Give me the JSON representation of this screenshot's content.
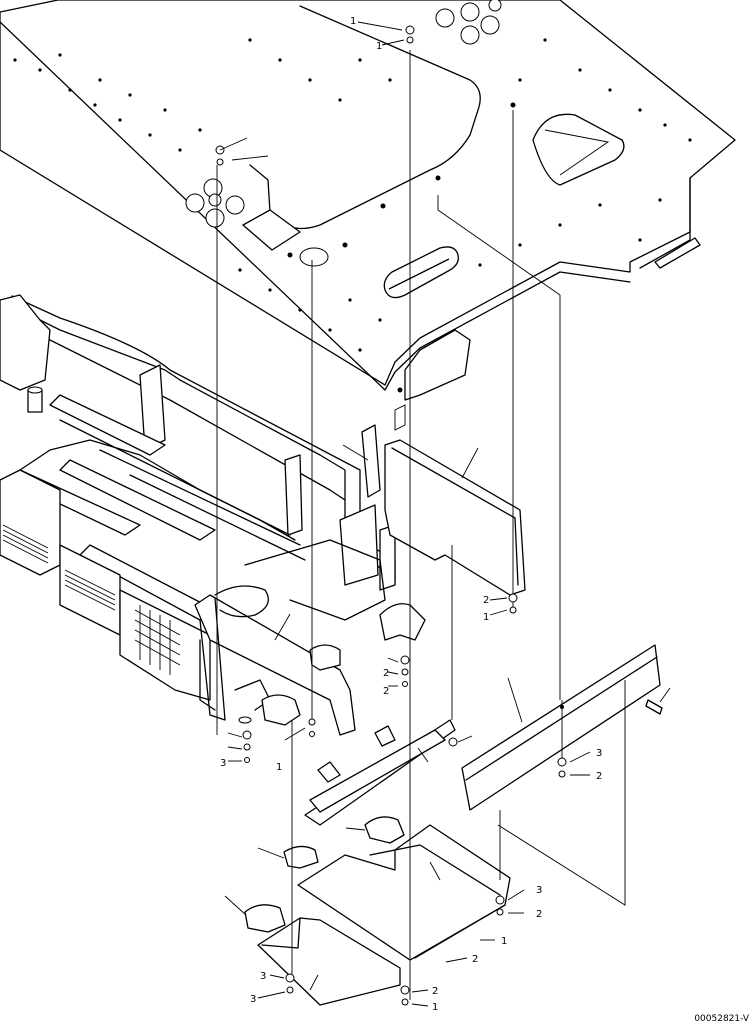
{
  "drawing_code": "00052821-V",
  "callout_labels": [
    "1",
    "1",
    "2",
    "1",
    "2",
    "3",
    "3",
    "2",
    "3",
    "2",
    "1",
    "2",
    "3",
    "3",
    "2",
    "1",
    "2",
    "1"
  ]
}
